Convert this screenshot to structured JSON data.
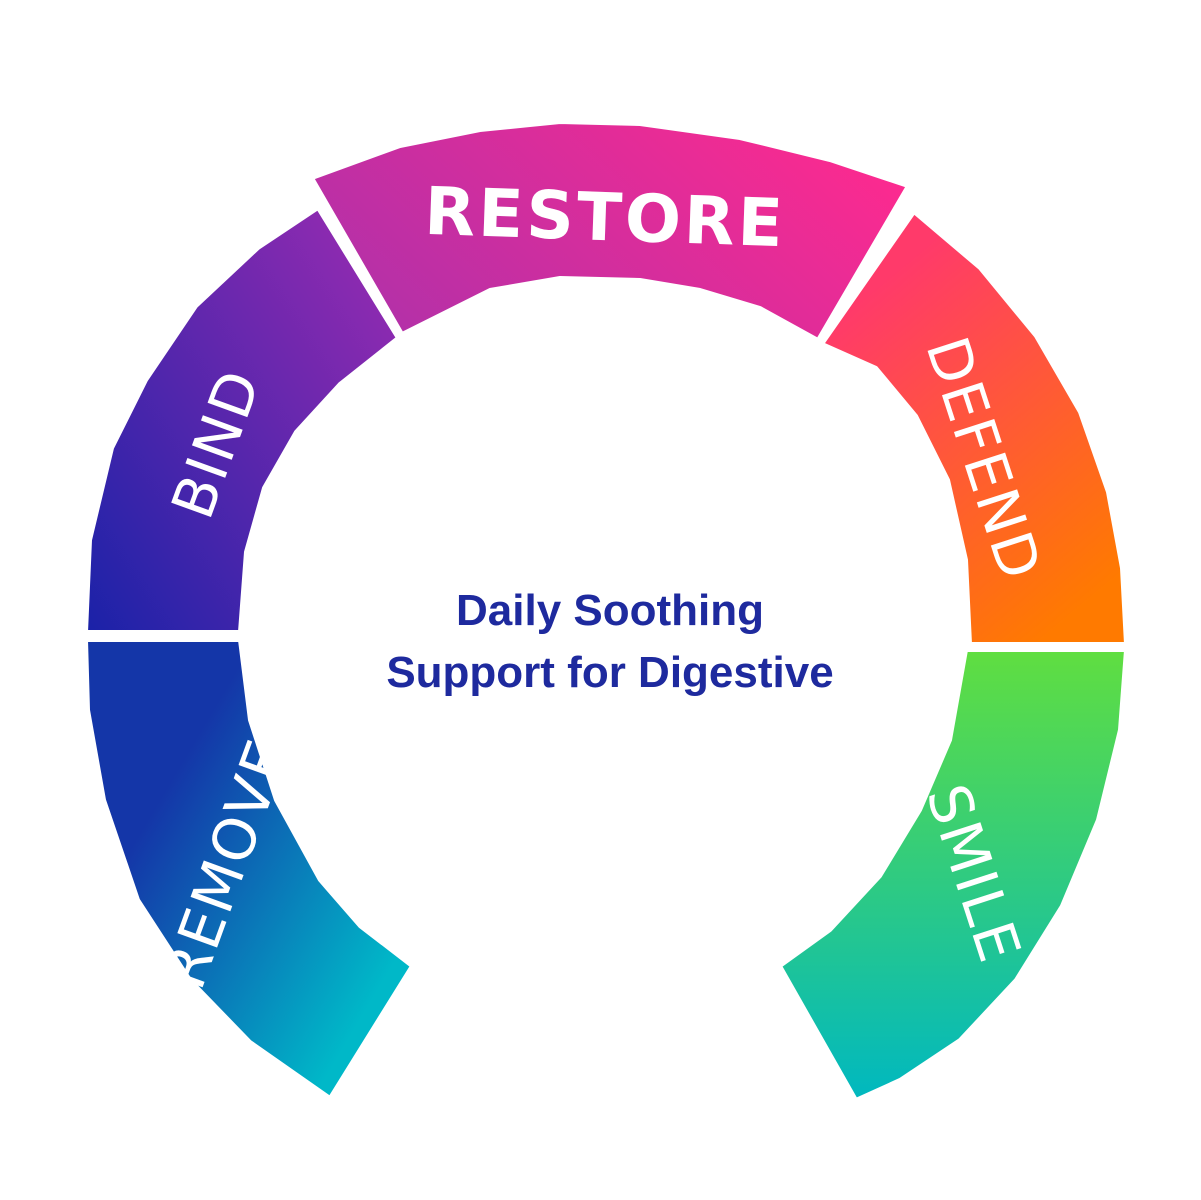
{
  "diagram": {
    "center_text": {
      "line1": "Daily Soothing",
      "line2": "Support for Digestive"
    },
    "segments": [
      {
        "id": "remove",
        "label": "REMOVE",
        "color_start": "#00b8c8",
        "color_end": "#1436a8"
      },
      {
        "id": "bind",
        "label": "BIND",
        "color_start": "#1a22a8",
        "color_end": "#8a2ab0"
      },
      {
        "id": "restore",
        "label": "RESTORE",
        "color_start": "#b430a8",
        "color_end": "#ff2a8e"
      },
      {
        "id": "defend",
        "label": "DEFEND",
        "color_start": "#ff3a6a",
        "color_end": "#ff7a00"
      },
      {
        "id": "smile",
        "label": "SMILE",
        "color_start": "#60de40",
        "color_end": "#00b8c0"
      }
    ],
    "text_color": "#1e2a9e"
  }
}
